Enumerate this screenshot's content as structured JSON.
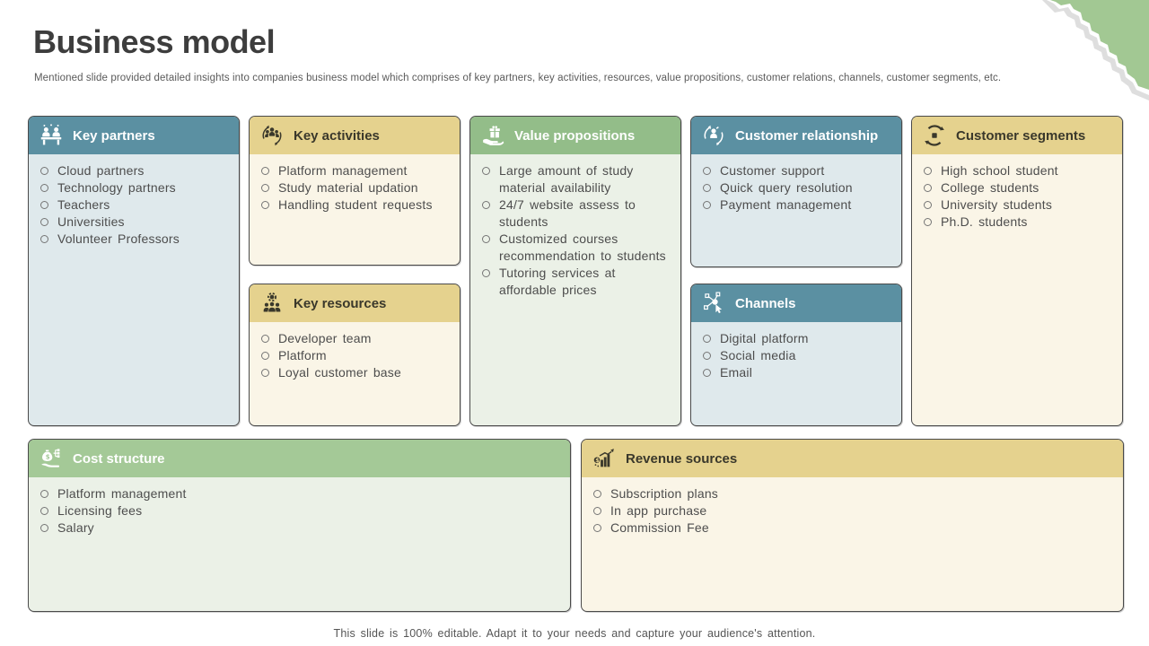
{
  "slide": {
    "title": "Business model",
    "subtitle": "Mentioned slide provided detailed insights into companies business model which comprises of key partners, key activities, resources, value propositions, customer relations, channels, customer segments, etc.",
    "footer": "This slide is 100% editable. Adapt it to your needs and capture your audience's attention."
  },
  "colors": {
    "teal_header": "#5b90a2",
    "gold_header": "#e5d28e",
    "green_header": "#93bd89",
    "green_header_light": "#a4c997",
    "teal_body": "#dfe9ec",
    "gold_body": "#faf5e7",
    "green_body": "#ebf1e7",
    "torn_paper_green": "#a2c893",
    "title_text": "#3d3d3d",
    "body_text": "#4d4d4d"
  },
  "cards": {
    "key_partners": {
      "title": "Key partners",
      "icon": "meeting-icon",
      "items": [
        "Cloud partners",
        "Technology partners",
        "Teachers",
        "Universities",
        "Volunteer Professors"
      ]
    },
    "key_activities": {
      "title": "Key activities",
      "icon": "team-process-icon",
      "items": [
        "Platform management",
        "Study material updation",
        "Handling student requests"
      ]
    },
    "key_resources": {
      "title": "Key resources",
      "icon": "team-gear-icon",
      "items": [
        "Developer team",
        "Platform",
        "Loyal customer base"
      ]
    },
    "value_propositions": {
      "title": "Value propositions",
      "icon": "hand-gift-icon",
      "items": [
        "Large amount of study material availability",
        "24/7 website assess to students",
        "Customized courses recommendation to students",
        "Tutoring services at affordable prices"
      ]
    },
    "customer_relationship": {
      "title": "Customer relationship",
      "icon": "customer-loop-icon",
      "items": [
        "Customer support",
        "Quick query resolution",
        "Payment management"
      ]
    },
    "channels": {
      "title": "Channels",
      "icon": "network-icon",
      "items": [
        "Digital platform",
        "Social media",
        "Email"
      ]
    },
    "customer_segments": {
      "title": "Customer segments",
      "icon": "segmentation-icon",
      "items": [
        "High school student",
        "College students",
        "University students",
        "Ph.D. students"
      ]
    },
    "cost_structure": {
      "title": "Cost structure",
      "icon": "money-bag-hand-icon",
      "items": [
        "Platform management",
        "Licensing fees",
        "Salary"
      ]
    },
    "revenue_sources": {
      "title": "Revenue sources",
      "icon": "revenue-chart-icon",
      "items": [
        "Subscription plans",
        "In app purchase",
        "Commission Fee"
      ]
    }
  }
}
